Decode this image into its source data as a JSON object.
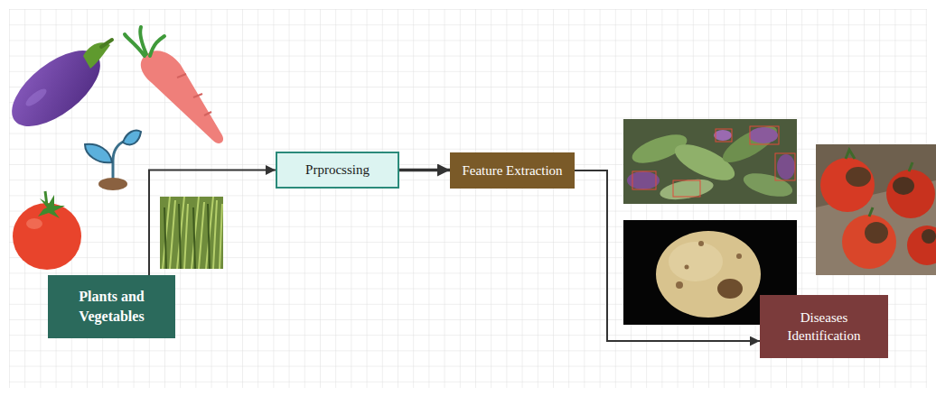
{
  "diagram": {
    "nodes": [
      {
        "text": [
          "Plants and Vegetables"
        ]
      },
      {
        "text": [
          "Prprocssing"
        ]
      },
      {
        "text": [
          "Feature Extraction"
        ]
      },
      {
        "text": [
          "Diseases Identification"
        ]
      }
    ],
    "edges": [
      {
        "from": 0,
        "to": 1,
        "arrow": "to"
      },
      {
        "from": 1,
        "to": 2,
        "arrow": "to"
      },
      {
        "from": 2,
        "to": 3,
        "arrow": "to"
      }
    ]
  }
}
